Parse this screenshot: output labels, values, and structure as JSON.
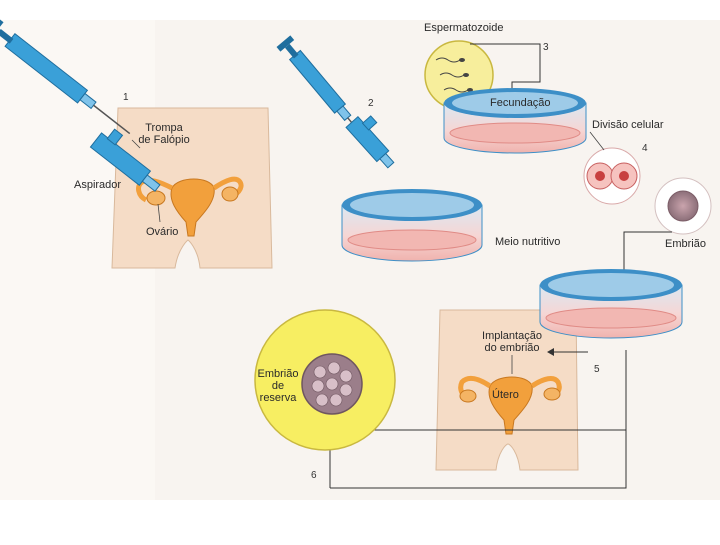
{
  "steps": {
    "s1": "1",
    "s2": "2",
    "s3": "3",
    "s4": "4",
    "s5": "5",
    "s6": "6"
  },
  "labels": {
    "aspirador": "Aspirador",
    "trompa_line1": "Trompa",
    "trompa_line2": "de Falópio",
    "ovario": "Ovário",
    "espermatozoide": "Espermatozoide",
    "fecundacao": "Fecundação",
    "divisao_celular": "Divisão celular",
    "embriao": "Embrião",
    "meio_nutritivo": "Meio nutritivo",
    "implantacao_line1": "Implantação",
    "implantacao_line2": "do embrião",
    "utero": "Útero",
    "reserva_line1": "Embrião",
    "reserva_line2": "de",
    "reserva_line3": "reserva"
  },
  "colors": {
    "skin": "#f5dcc6",
    "syringe": "#3aa0d8",
    "organ": "#f2a03c",
    "yolk": "#f7ee62",
    "dish_rim": "#3d8fc7",
    "medium": "#f2b7b2"
  }
}
